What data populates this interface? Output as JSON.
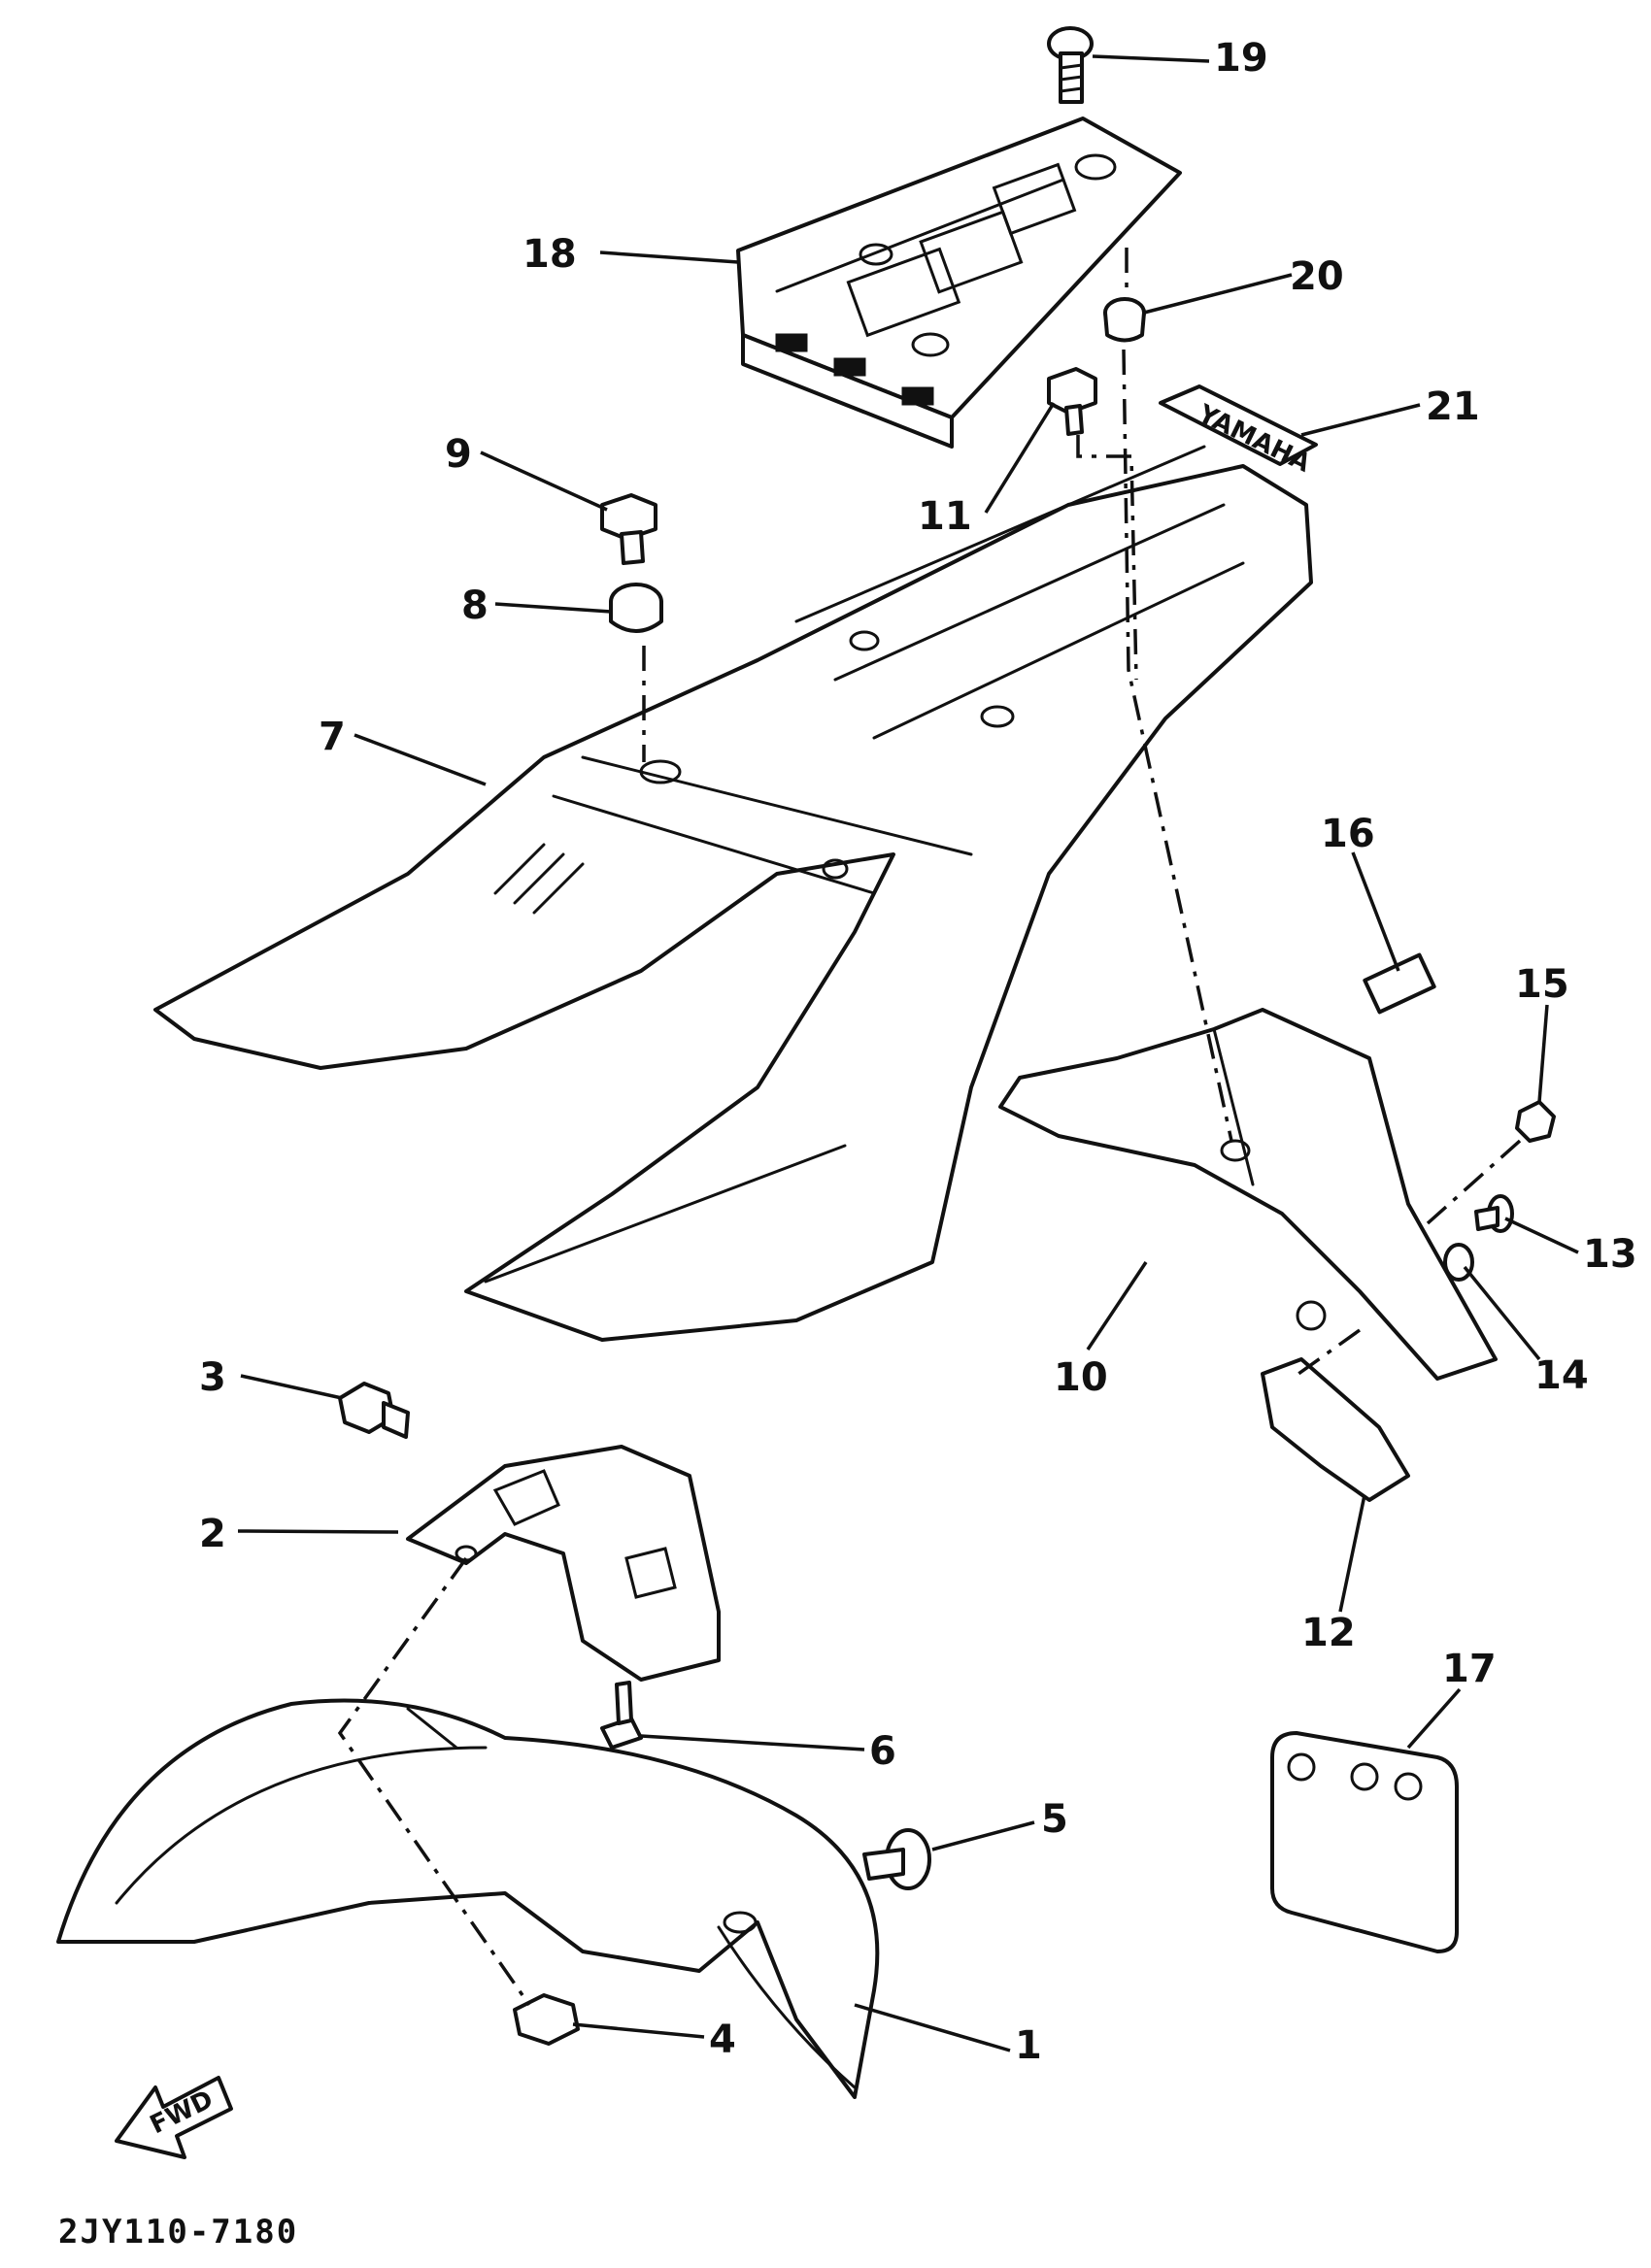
{
  "callouts": [
    {
      "id": "1",
      "text": "1"
    },
    {
      "id": "2",
      "text": "2"
    },
    {
      "id": "3",
      "text": "3"
    },
    {
      "id": "4",
      "text": "4"
    },
    {
      "id": "5",
      "text": "5"
    },
    {
      "id": "6",
      "text": "6"
    },
    {
      "id": "7",
      "text": "7"
    },
    {
      "id": "8",
      "text": "8"
    },
    {
      "id": "9",
      "text": "9"
    },
    {
      "id": "10",
      "text": "10"
    },
    {
      "id": "11",
      "text": "11"
    },
    {
      "id": "12",
      "text": "12"
    },
    {
      "id": "13",
      "text": "13"
    },
    {
      "id": "14",
      "text": "14"
    },
    {
      "id": "15",
      "text": "15"
    },
    {
      "id": "16",
      "text": "16"
    },
    {
      "id": "17",
      "text": "17"
    },
    {
      "id": "18",
      "text": "18"
    },
    {
      "id": "19",
      "text": "19"
    },
    {
      "id": "20",
      "text": "20"
    },
    {
      "id": "21",
      "text": "21"
    }
  ],
  "direction_arrow": {
    "label": "FWD"
  },
  "emblem": {
    "label": "YAMAHA"
  },
  "diagram_code": "2JY110-7180"
}
